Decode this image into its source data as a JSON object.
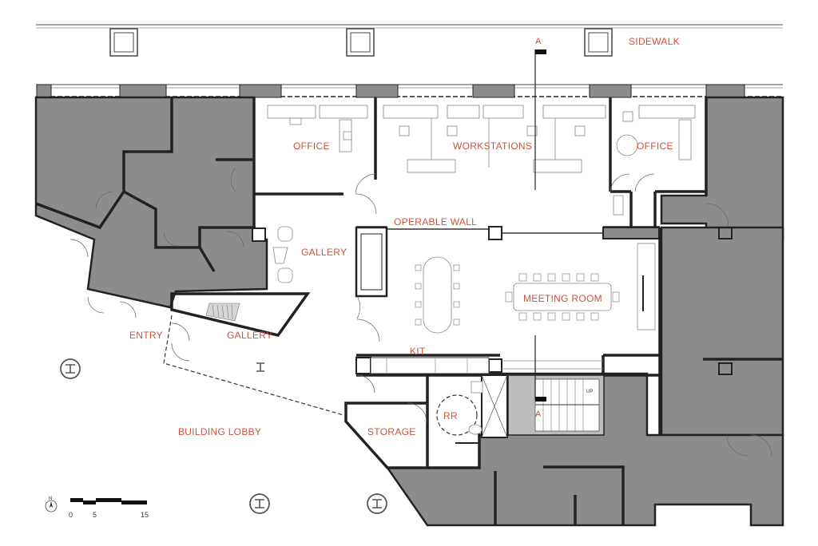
{
  "rooms": {
    "sidewalk": "SIDEWALK",
    "office_left": "OFFICE",
    "workstations": "WORKSTATIONS",
    "office_right": "OFFICE",
    "operable_wall": "OPERABLE WALL",
    "gallery_upper": "GALLERY",
    "meeting_room": "MEETING ROOM",
    "entry": "ENTRY",
    "gallery_lower": "GALLERY",
    "kit": "KIT",
    "rr": "RR",
    "storage": "STORAGE",
    "building_lobby": "BUILDING LOBBY"
  },
  "section_marker": {
    "top": "A",
    "bottom": "A"
  },
  "stair": {
    "up": "UP"
  },
  "north": {
    "label": "N"
  },
  "scale_bar": {
    "labels": [
      "0",
      "5",
      "15"
    ]
  },
  "colors": {
    "label": "#c8553d",
    "tenant_grey": "#8c8c8c",
    "wall": "#222222"
  }
}
